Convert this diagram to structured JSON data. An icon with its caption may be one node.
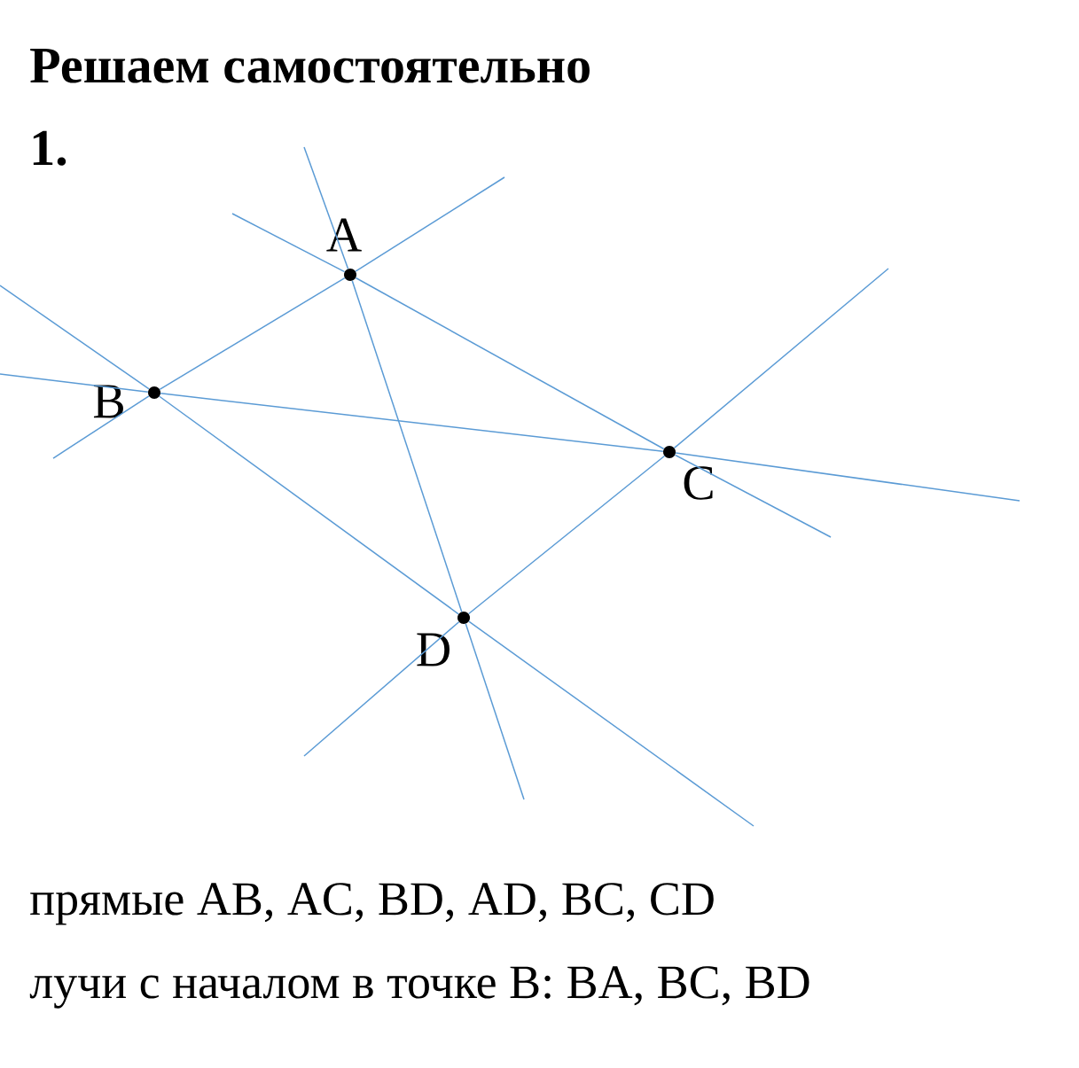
{
  "diagram": {
    "title": "Решаем самостоятельно",
    "nodes": [
      {
        "text": [
          "A"
        ]
      },
      {
        "text": [
          "B"
        ]
      },
      {
        "text": [
          "C"
        ]
      },
      {
        "text": [
          "D"
        ]
      }
    ],
    "edges": [
      {
        "from": 0,
        "to": 1,
        "arrow": "none"
      },
      {
        "from": 0,
        "to": 2,
        "arrow": "none"
      },
      {
        "from": 1,
        "to": 3,
        "arrow": "none"
      },
      {
        "from": 0,
        "to": 3,
        "arrow": "none"
      },
      {
        "from": 1,
        "to": 2,
        "arrow": "none"
      },
      {
        "from": 2,
        "to": 3,
        "arrow": "none"
      }
    ],
    "labels": [
      "1.",
      "прямые AB, AC, BD, AD, BC, CD",
      "лучи с началом в точке B: BA, BC, BD"
    ]
  }
}
